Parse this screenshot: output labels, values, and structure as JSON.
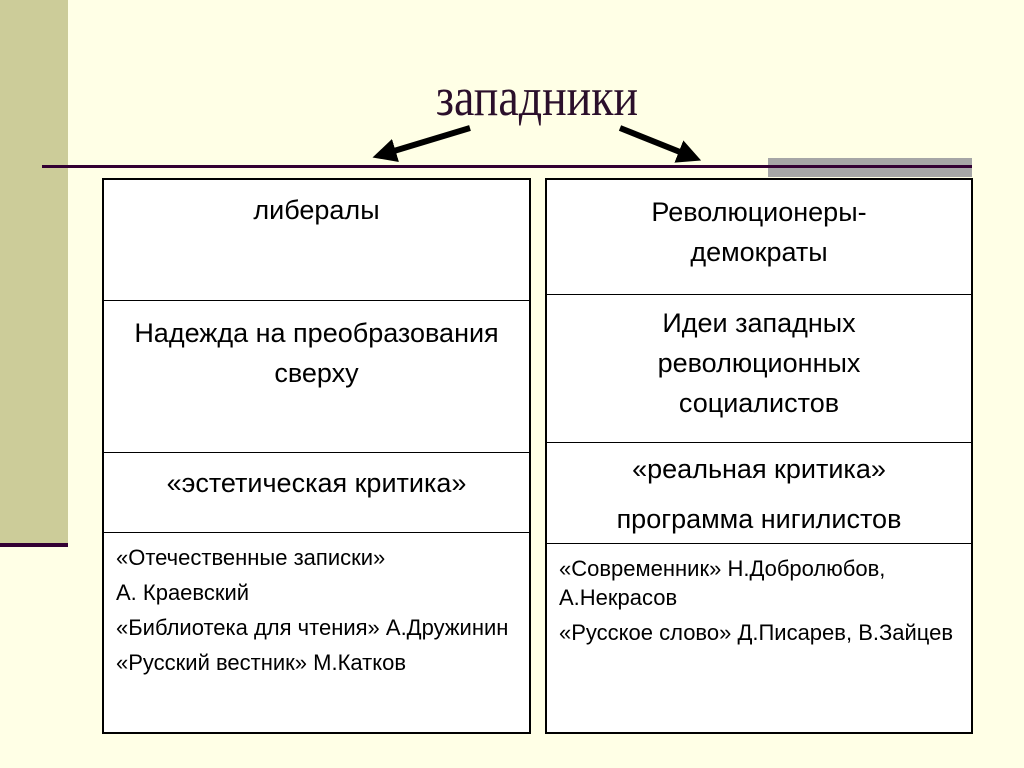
{
  "title": "западники",
  "left": {
    "header": "либералы",
    "idea": "Надежда на преобразования сверху",
    "criticism": "«эстетическая критика»",
    "journals": [
      "«Отечественные записки»",
      "А. Краевский",
      "«Библиотека для чтения» А.Дружинин",
      "«Русский вестник» М.Катков"
    ]
  },
  "right": {
    "header": "Революционеры-демократы",
    "idea": "Идеи западных революционных социалистов",
    "criticism": "«реальная критика»",
    "program": "программа нигилистов",
    "journals": [
      "«Современник» Н.Добролюбов, А.Некрасов",
      "«Русское слово» Д.Писарев, В.Зайцев"
    ]
  }
}
